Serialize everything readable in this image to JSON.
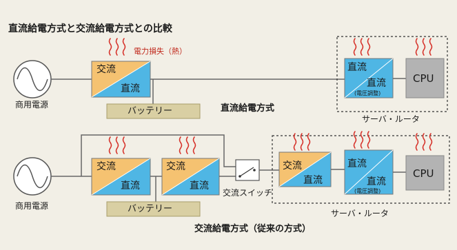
{
  "title": "直流給電方式と交流給電方式との比較",
  "power_source_label": "商用電源",
  "loss_label": "電力損失（熱）",
  "ac": "交流",
  "dc": "直流",
  "battery": "バッテリー",
  "voltage_adjust": "(電圧調整)",
  "cpu": "CPU",
  "router_label": "サーバ・ルータ",
  "dc_method": "直流給電方式",
  "ac_method": "交流給電方式（従来の方式）",
  "ac_switch": "交流スイッチ",
  "colors": {
    "ac_fill": "#f5c271",
    "dc_fill": "#4fb6e4",
    "battery_fill": "#d9cfa3",
    "cpu_fill": "#b3b3b3",
    "heat": "#d6322a",
    "background": "#f2efe6"
  }
}
